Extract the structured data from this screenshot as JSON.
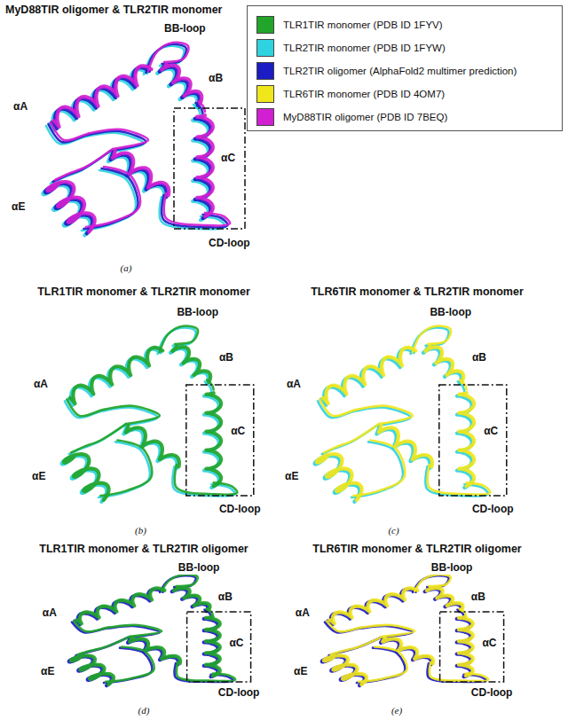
{
  "diagram": {
    "labels": [
      "MyD88TIR oligomer & TLR2TIR monomer",
      "BB-loop",
      "αA",
      "αB",
      "αC",
      "αE",
      "CD-loop",
      "(a)",
      "TLR1TIR monomer & TLR2TIR monomer",
      "BB-loop",
      "αA",
      "αB",
      "αC",
      "αE",
      "CD-loop",
      "(b)",
      "TLR6TIR monomer & TLR2TIR monomer",
      "BB-loop",
      "αA",
      "αB",
      "αC",
      "αE",
      "CD-loop",
      "(c)",
      "TLR1TIR monomer & TLR2TIR oligomer",
      "BB-loop",
      "αA",
      "αB",
      "αC",
      "αE",
      "CD-loop",
      "(d)",
      "TLR6TIR monomer & TLR2TIR oligomer",
      "BB-loop",
      "αA",
      "αB",
      "αC",
      "αE",
      "CD-loop",
      "(e)"
    ],
    "legend": [
      {
        "text": "TLR1TIR monomer (PDB ID 1FYV)",
        "color": "#22a52a"
      },
      {
        "text": "TLR2TIR monomer (PDB ID 1FYW)",
        "color": "#2fd3e0"
      },
      {
        "text": "TLR2TIR oligomer (AlphaFold2 multimer prediction)",
        "color": "#1c1cc4"
      },
      {
        "text": "TLR6TIR monomer (PDB ID 4OM7)",
        "color": "#f0e61c"
      },
      {
        "text": "MyD88TIR oligomer (PDB ID 7BEQ)",
        "color": "#d21fd2"
      }
    ]
  }
}
